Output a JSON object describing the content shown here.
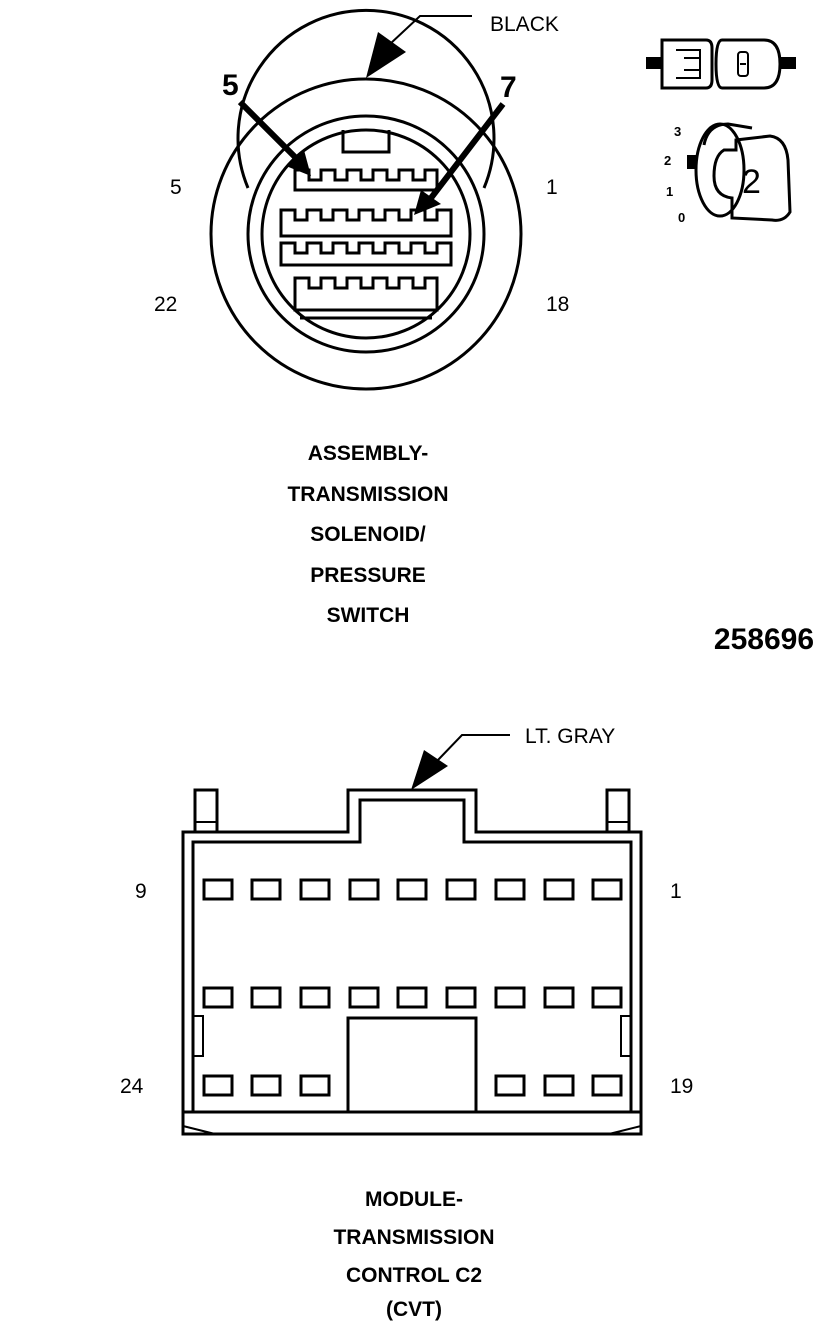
{
  "connector1": {
    "color_callout": "BLACK",
    "pin_5": "5",
    "pin_1": "1",
    "pin_22": "22",
    "pin_18": "18",
    "arrow_5": "5",
    "arrow_7": "7",
    "title_lines": [
      "ASSEMBLY-",
      "TRANSMISSION",
      "SOLENOID/",
      "PRESSURE",
      "SWITCH"
    ]
  },
  "reference_number": "258696",
  "view_indicator": {
    "scale_labels": [
      "3",
      "2",
      "1",
      "0"
    ],
    "key_label": "2"
  },
  "connector2": {
    "color_callout": "LT. GRAY",
    "pin_9": "9",
    "pin_1": "1",
    "pin_24": "24",
    "pin_19": "19",
    "title_lines": [
      "MODULE-",
      "TRANSMISSION",
      "CONTROL C2",
      "(CVT)"
    ]
  }
}
